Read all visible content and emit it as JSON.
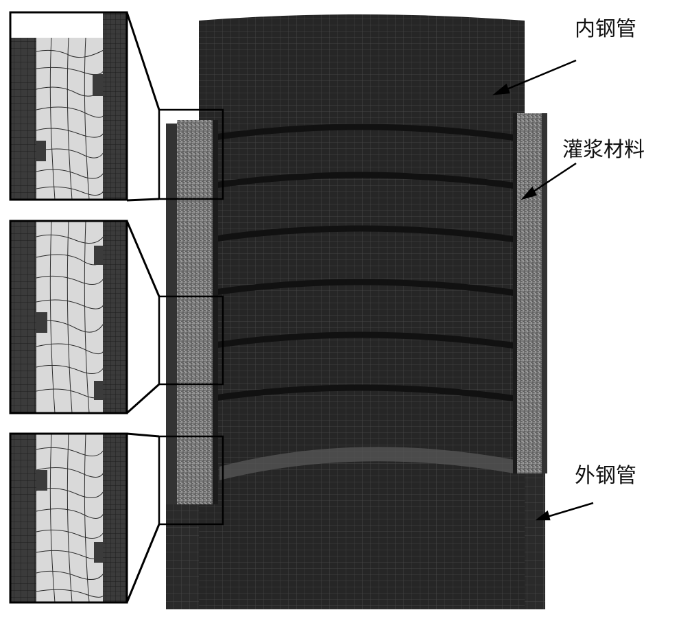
{
  "labels": {
    "inner_pipe": "内钢管",
    "grout": "灌浆材料",
    "outer_pipe": "外钢管"
  },
  "colors": {
    "steel_dark": "#262626",
    "steel_mid": "#3a3a3a",
    "mesh_line": "#555555",
    "grout_fill": "#d9d9d9",
    "grout_line": "#2a2a2a",
    "background": "#ffffff",
    "outline": "#000000"
  },
  "insets": [
    {
      "name": "top"
    },
    {
      "name": "middle"
    },
    {
      "name": "bottom"
    }
  ]
}
